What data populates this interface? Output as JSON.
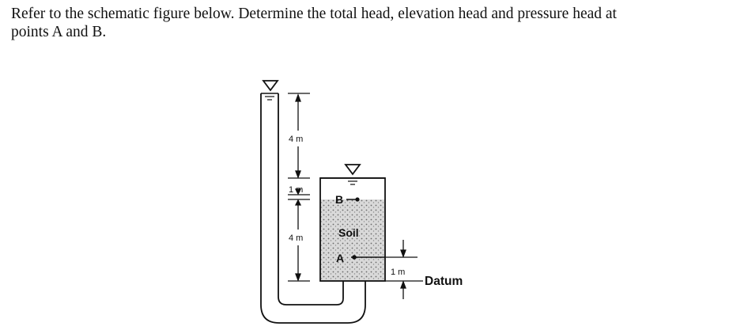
{
  "question": {
    "line1": "Refer to the schematic figure below. Determine the total head, elevation head and pressure head at",
    "line2": "points A and B."
  },
  "diagram": {
    "dim_upper": "4 m",
    "dim_middle": "1 m",
    "dim_lower": "4 m",
    "dim_datum": "1 m",
    "label_soil": "Soil",
    "label_a": "A",
    "label_b": "B",
    "label_datum": "Datum",
    "colors": {
      "line": "#111111",
      "soil": "#cfcfcf"
    }
  }
}
